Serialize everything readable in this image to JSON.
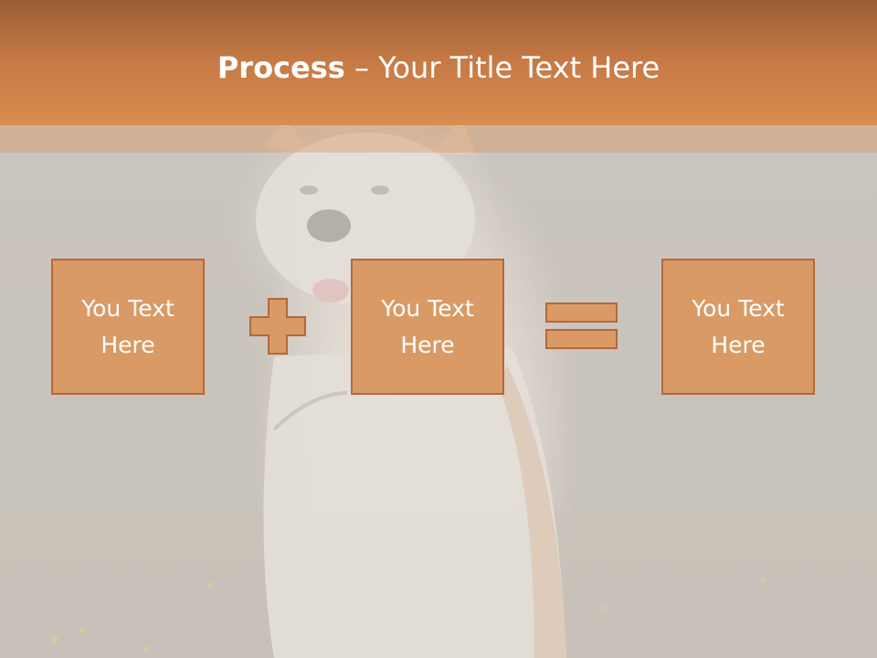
{
  "slide": {
    "title_strong": "Process",
    "title_dash": " – ",
    "title_rest": "Your Title Text Here"
  },
  "boxes": [
    {
      "text": "You Text Here"
    },
    {
      "text": "You Text Here"
    },
    {
      "text": "You Text Here"
    }
  ],
  "operators": [
    "plus",
    "equals"
  ],
  "colors": {
    "header": "#d98c50",
    "box_fill": "#d99a66",
    "box_border": "#b5683a",
    "text": "#ffffff"
  }
}
